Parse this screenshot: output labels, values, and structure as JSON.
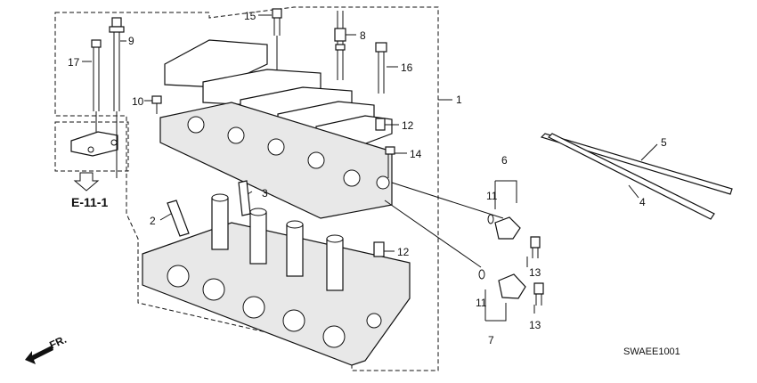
{
  "callouts": [
    "1",
    "2",
    "3",
    "4",
    "5",
    "6",
    "7",
    "8",
    "9",
    "10",
    "11",
    "11",
    "12",
    "12",
    "13",
    "13",
    "14",
    "15",
    "16",
    "17"
  ],
  "reference": "E-11-1",
  "front_label": "FR.",
  "diagram_code": "SWAEE1001"
}
